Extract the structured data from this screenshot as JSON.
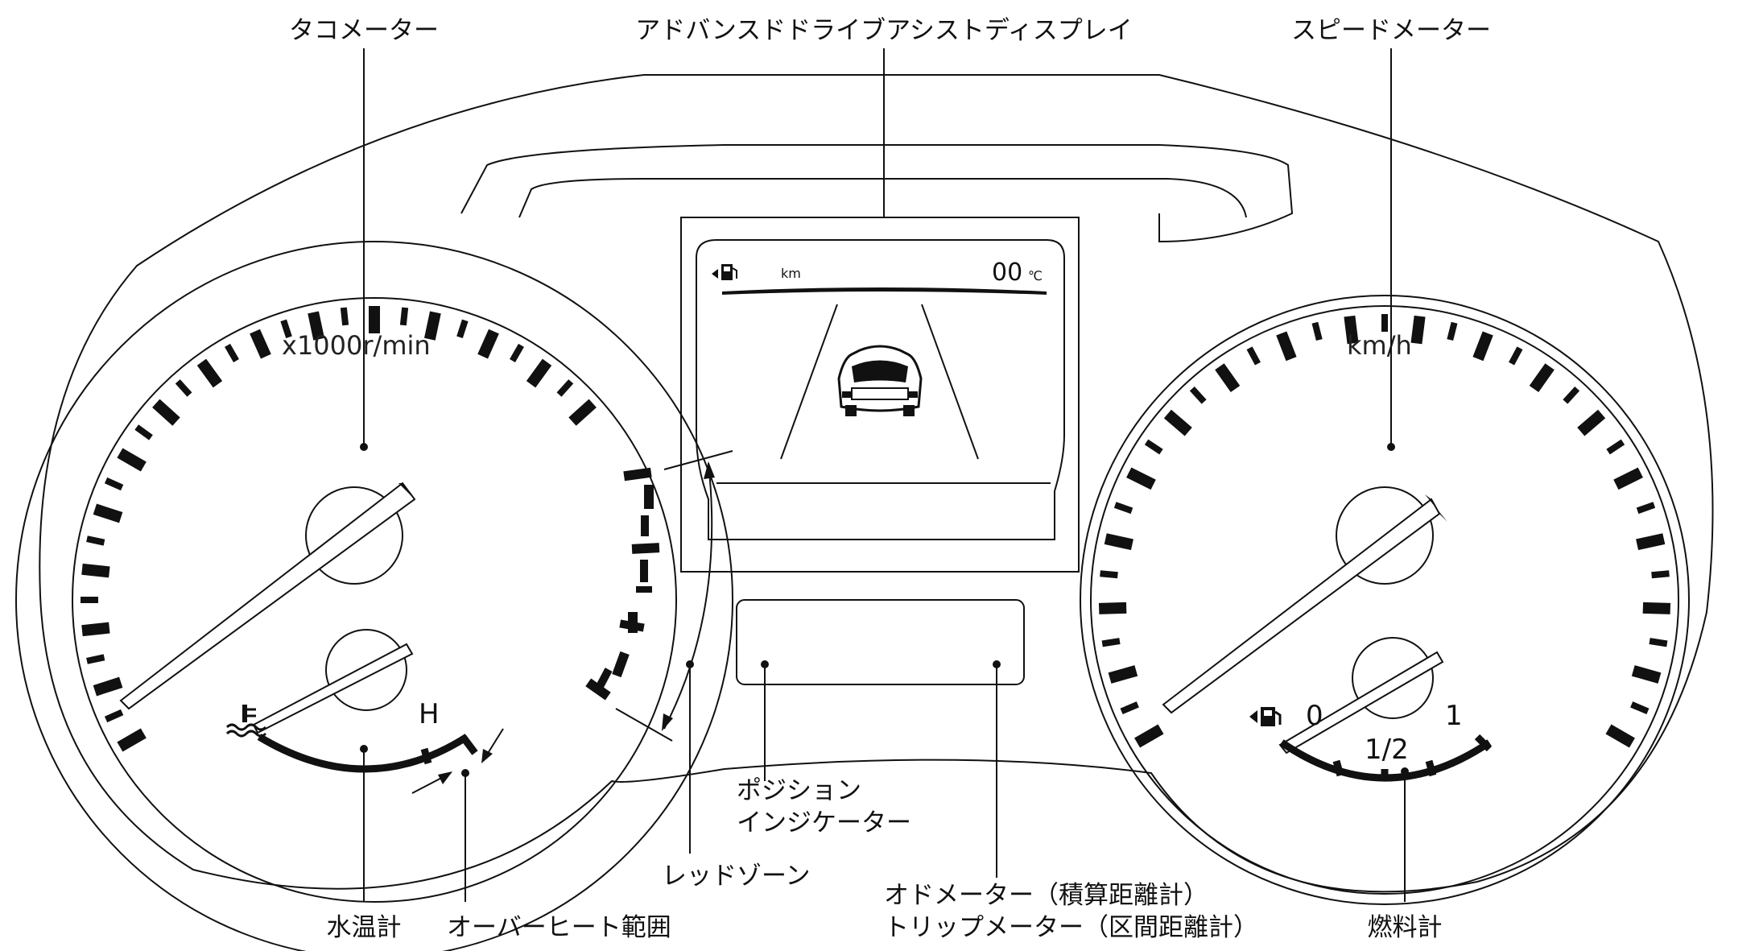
{
  "callouts": {
    "tachometer": "タコメーター",
    "advanced_display": "アドバンスドドライブアシストディスプレイ",
    "speedometer": "スピードメーター",
    "position_indicator_line1": "ポジション",
    "position_indicator_line2": "インジケーター",
    "red_zone": "レッドゾーン",
    "odometer_line1": "オドメーター（積算距離計）",
    "odometer_line2": "トリップメーター（区間距離計）",
    "water_temp": "水温計",
    "overheat_range": "オーバーヒート範囲",
    "fuel_gauge": "燃料計"
  },
  "dial": {
    "tach_unit": "x1000r/min",
    "speed_unit": "km/h"
  },
  "temp_gauge": {
    "hot_label": "H",
    "icon": "coolant-temperature-icon"
  },
  "fuel_gauge": {
    "empty_label": "0",
    "half_label": "1/2",
    "full_label": "1",
    "icon": "fuel-pump-icon"
  },
  "display": {
    "odo_unit": "km",
    "outside_temp": "00",
    "temp_unit": "℃",
    "fuel_icon": "fuel-pump-icon",
    "car_icon": "car-rear-icon"
  }
}
